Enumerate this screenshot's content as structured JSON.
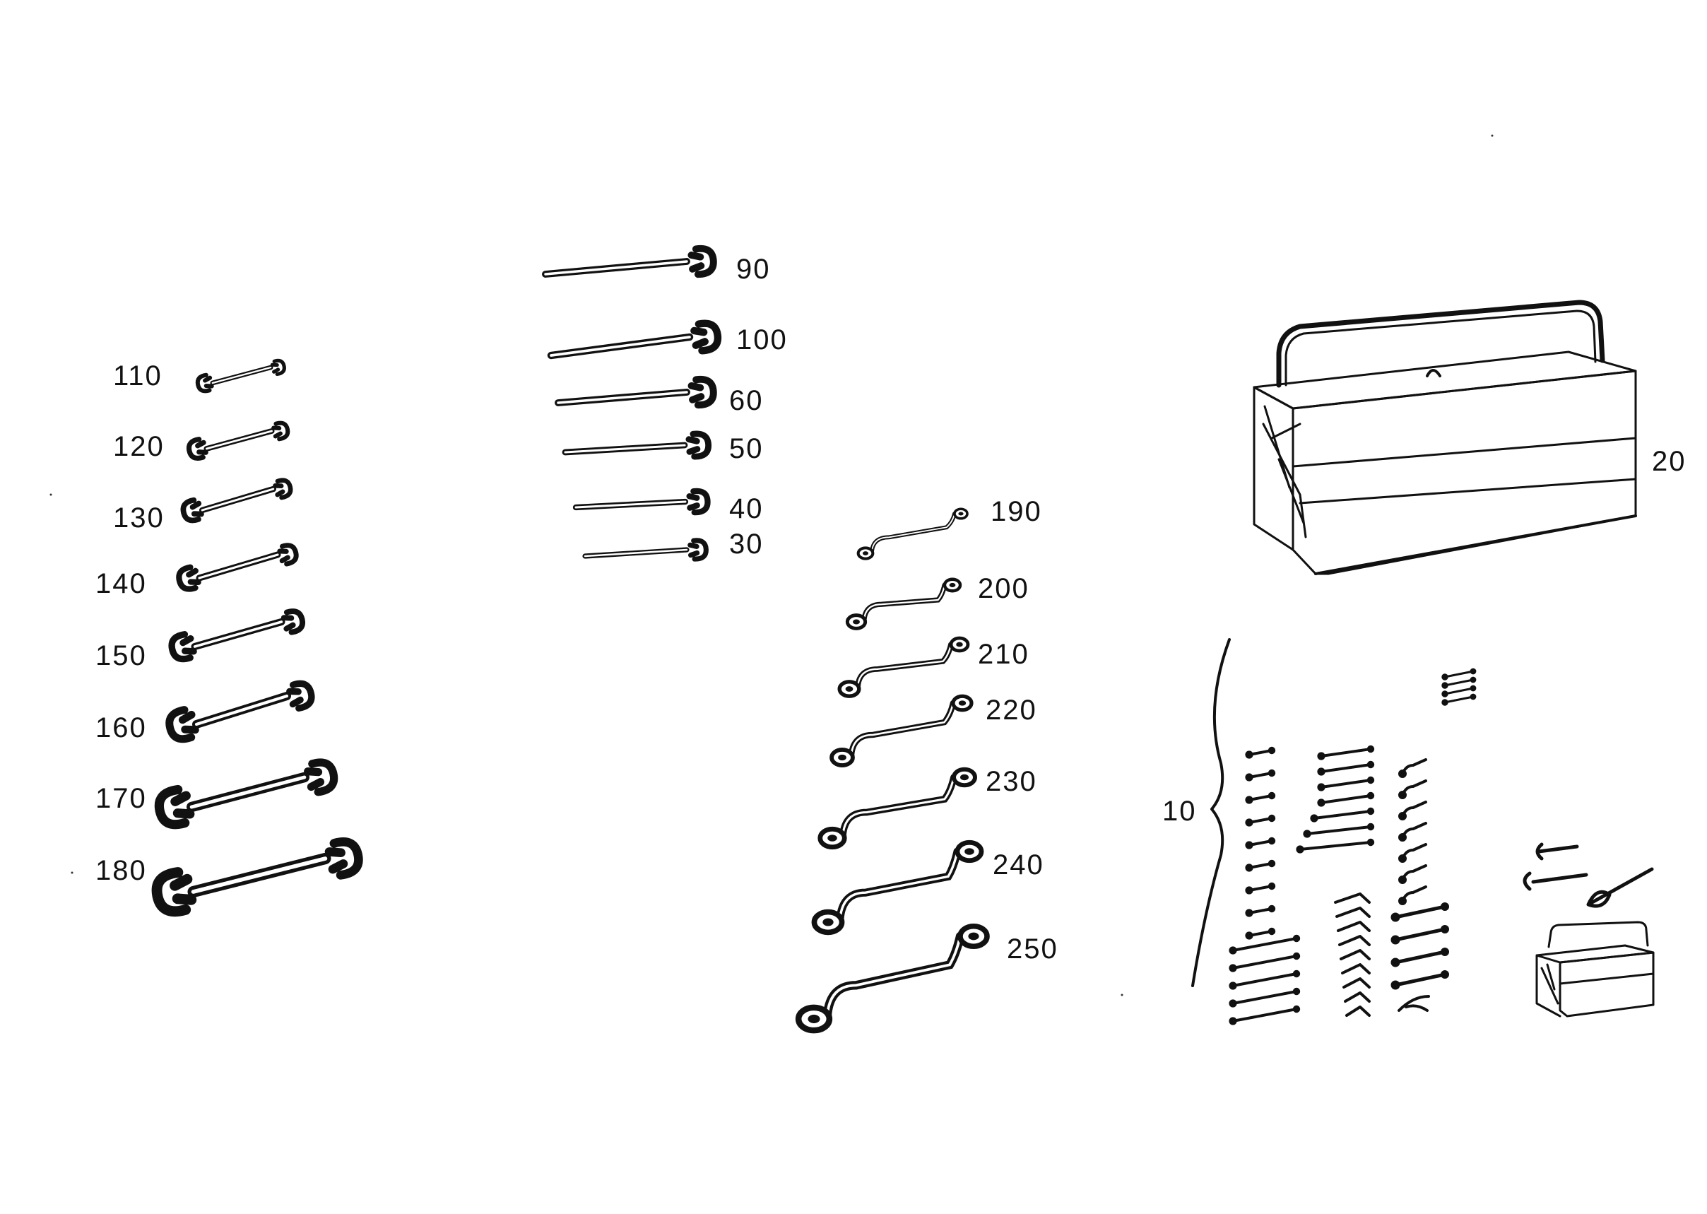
{
  "colors": {
    "ink": "#111111",
    "background": "#ffffff"
  },
  "groups": {
    "open_end_long": [
      {
        "label": "90",
        "icon": "single-open-end-wrench-icon"
      },
      {
        "label": "100",
        "icon": "single-open-end-wrench-icon"
      },
      {
        "label": "60",
        "icon": "single-open-end-wrench-icon"
      },
      {
        "label": "50",
        "icon": "single-open-end-wrench-icon"
      },
      {
        "label": "40",
        "icon": "single-open-end-wrench-icon"
      },
      {
        "label": "30",
        "icon": "single-open-end-wrench-icon"
      }
    ],
    "double_open_end": [
      {
        "label": "110",
        "icon": "double-open-end-wrench-icon"
      },
      {
        "label": "120",
        "icon": "double-open-end-wrench-icon"
      },
      {
        "label": "130",
        "icon": "double-open-end-wrench-icon"
      },
      {
        "label": "140",
        "icon": "double-open-end-wrench-icon"
      },
      {
        "label": "150",
        "icon": "double-open-end-wrench-icon"
      },
      {
        "label": "160",
        "icon": "double-open-end-wrench-icon"
      },
      {
        "label": "170",
        "icon": "double-open-end-wrench-icon"
      },
      {
        "label": "180",
        "icon": "double-open-end-wrench-icon"
      }
    ],
    "ring_spanners": [
      {
        "label": "190",
        "icon": "double-ring-spanner-icon"
      },
      {
        "label": "200",
        "icon": "double-ring-spanner-icon"
      },
      {
        "label": "210",
        "icon": "double-ring-spanner-icon"
      },
      {
        "label": "220",
        "icon": "double-ring-spanner-icon"
      },
      {
        "label": "230",
        "icon": "double-ring-spanner-icon"
      },
      {
        "label": "240",
        "icon": "double-ring-spanner-icon"
      },
      {
        "label": "250",
        "icon": "double-ring-spanner-icon"
      }
    ],
    "toolbox": {
      "label": "20",
      "icon": "cantilever-toolbox-icon"
    },
    "tool_kit": {
      "label": "10",
      "icon": "complete-tool-kit-icon"
    }
  }
}
